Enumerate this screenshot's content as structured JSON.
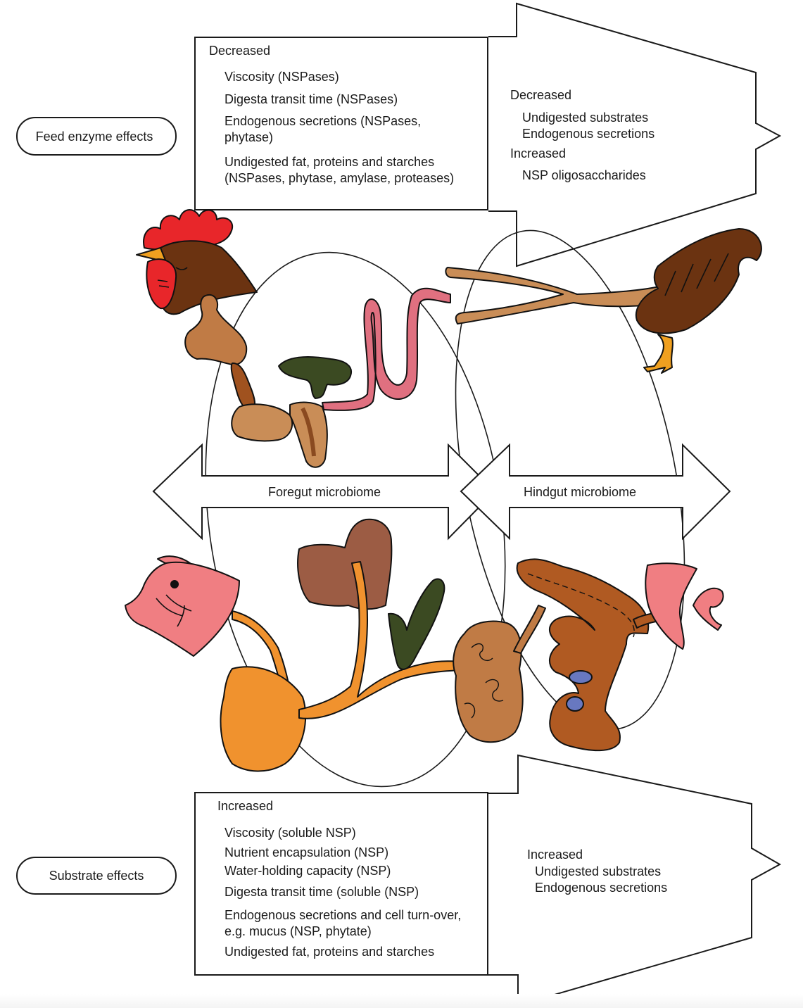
{
  "labels": {
    "feed_enzyme_effects": "Feed enzyme effects",
    "substrate_effects": "Substrate effects",
    "foregut_microbiome": "Foregut microbiome",
    "hindgut_microbiome": "Hindgut microbiome"
  },
  "enzyme_box": {
    "heading": "Decreased",
    "items": [
      [
        "Viscosity (NSPases)"
      ],
      [
        "Digesta transit time (NSPases)"
      ],
      [
        "Endogenous secretions (NSPases,",
        "phytase)"
      ],
      [
        "Undigested fat, proteins and starches",
        "(NSPases, phytase, amylase, proteases)"
      ]
    ]
  },
  "enzyme_arrow": {
    "decreased_heading": "Decreased",
    "decreased_items": [
      "Undigested substrates",
      "Endogenous secretions"
    ],
    "increased_heading": "Increased",
    "increased_items": [
      "NSP oligosaccharides"
    ]
  },
  "substrate_box": {
    "heading": "Increased",
    "items": [
      [
        "Viscosity (soluble NSP)"
      ],
      [
        "Nutrient encapsulation (NSP)"
      ],
      [
        "Water-holding capacity (NSP)"
      ],
      [
        "Digesta transit time (soluble (NSP)"
      ],
      [
        "Endogenous secretions and cell turn-over,",
        "e.g. mucus (NSP, phytate)"
      ],
      [
        "Undigested fat, proteins and starches"
      ]
    ]
  },
  "substrate_arrow": {
    "heading": "Increased",
    "items": [
      "Undigested substrates",
      "Endogenous secretions"
    ]
  },
  "colors": {
    "comb": "#e8262a",
    "chicken_brown": "#6b3311",
    "tan": "#c07b45",
    "light_tan": "#c98d57",
    "intestine_pink": "#e07080",
    "dark_green": "#3b4a22",
    "pig_pink": "#f07e82",
    "orange": "#f0922e",
    "liver": "#9c5c44",
    "colon": "#b05a22",
    "blue": "#6878c0"
  }
}
